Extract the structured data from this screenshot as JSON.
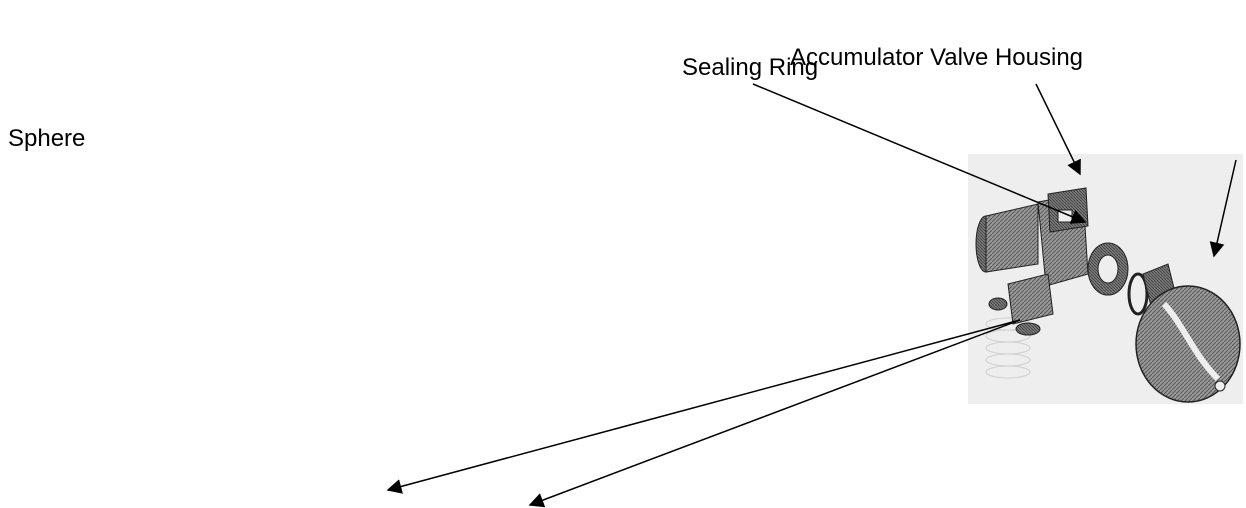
{
  "labels": {
    "accumulator_valve_housing": "Accumulator Valve Housing",
    "sealing_ring": "Sealing Ring",
    "sphere": "Sphere"
  },
  "colors": {
    "line": "#000000",
    "figure_background": "#eeeeee",
    "part_fill": "#8a8a8a",
    "part_dark": "#5a5a5a"
  },
  "icons": [
    "accumulator-assembly-illustration"
  ]
}
